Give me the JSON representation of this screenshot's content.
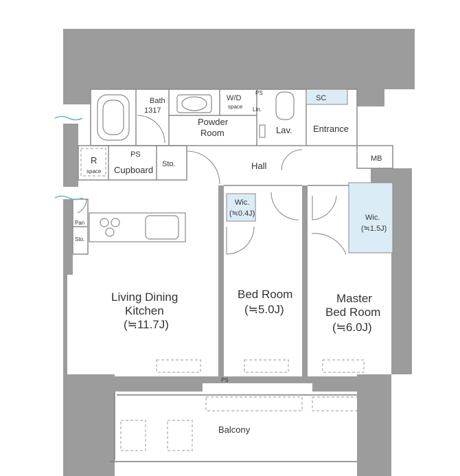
{
  "rooms": {
    "bath": "Bath",
    "bath_size": "1317",
    "powder_room_1": "Powder",
    "powder_room_2": "Room",
    "wd": "W/D",
    "wd_space": "space",
    "ps_top": "PS",
    "lin": "Lin.",
    "lav": "Lav.",
    "sc": "SC",
    "entrance": "Entrance",
    "r": "R",
    "r_space": "space",
    "ps_left": "PS",
    "cupboard": "Cupboard",
    "sto_top": "Sto.",
    "hall": "Hall",
    "mb": "MB",
    "wic_small": "Wic.",
    "wic_small_size": "(≒0.4J)",
    "wic_large": "Wic.",
    "wic_large_size": "(≒1.5J)",
    "pan": "Pan",
    "sto_side": "Sto.",
    "ldk_1": "Living Dining",
    "ldk_2": "Kitchen",
    "ldk_size": "(≒11.7J)",
    "bed": "Bed Room",
    "bed_size": "(≒5.0J)",
    "master_1": "Master",
    "master_2": "Bed Room",
    "master_size": "(≒6.0J)",
    "ps_bottom": "PS",
    "balcony": "Balcony"
  }
}
